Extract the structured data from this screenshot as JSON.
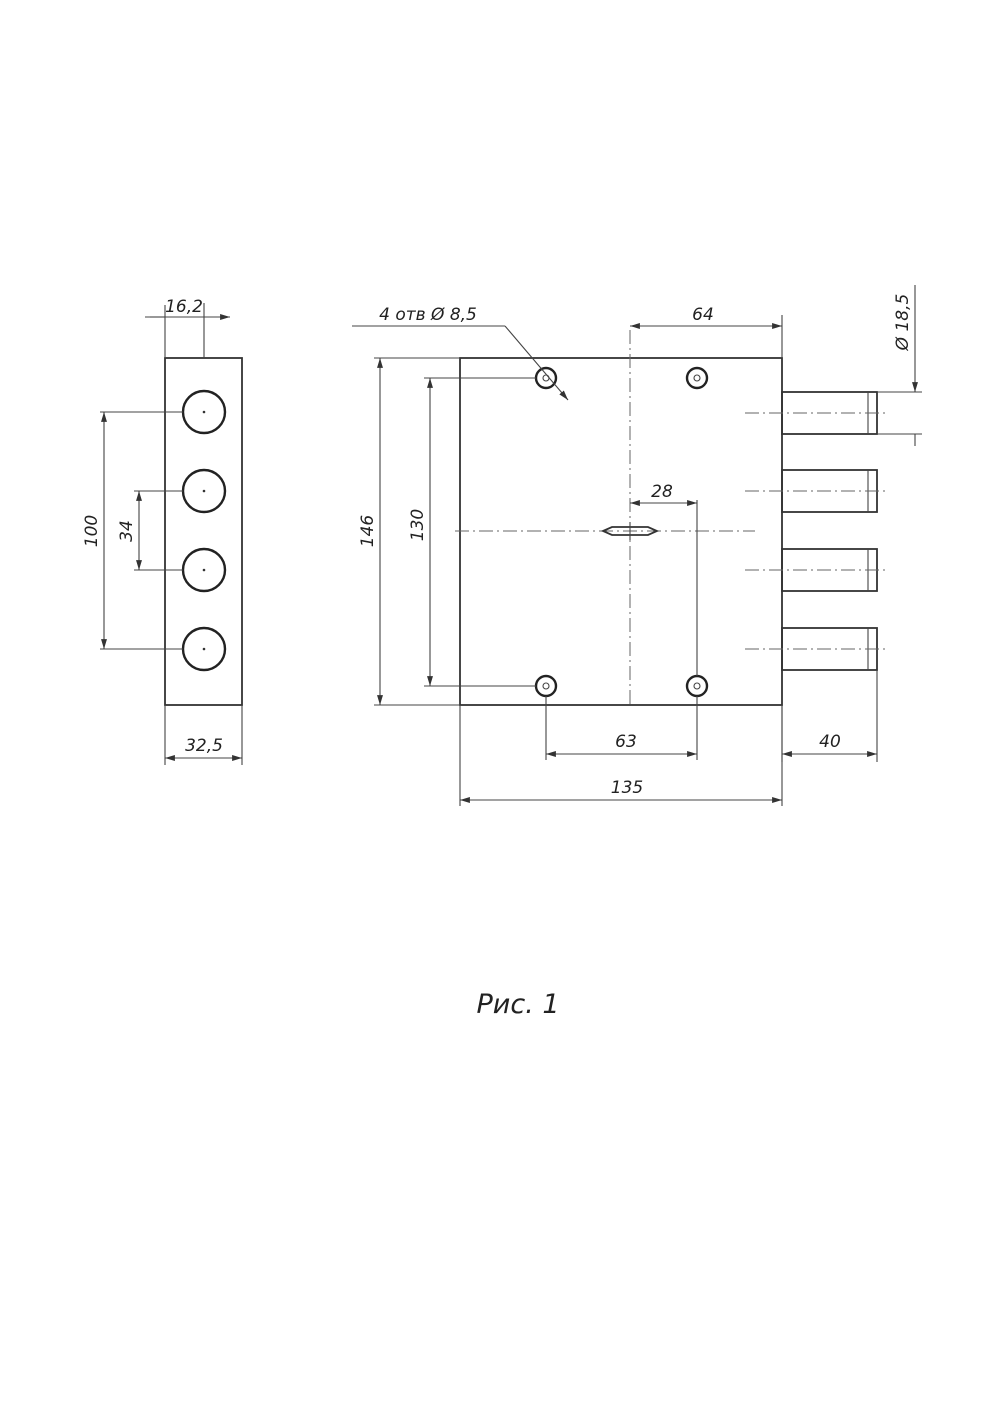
{
  "drawing": {
    "strip": {
      "top_width": "16,2",
      "bottom_width": "32,5",
      "outer_pitch": "100",
      "inner_pitch": "34"
    },
    "lock": {
      "holes_note": "4 отв Ø 8,5",
      "top_dim": "64",
      "bolt_diameter": "Ø 18,5",
      "height_total": "146",
      "height_holes": "130",
      "key_offset": "28",
      "holes_spacing": "63",
      "bolt_length": "40",
      "width_total": "135"
    },
    "caption": "Рис. 1"
  }
}
